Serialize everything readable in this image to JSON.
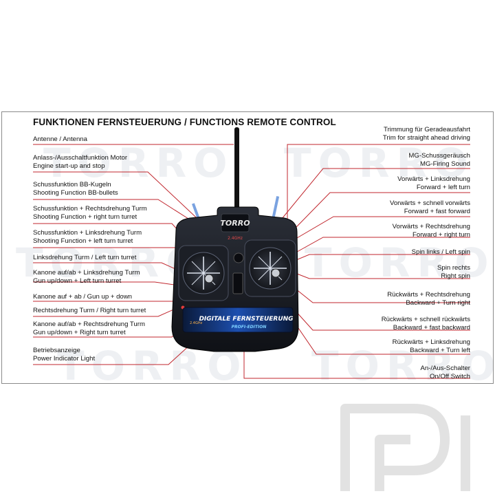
{
  "title": "FUNKTIONEN FERNSTEUERUNG / FUNCTIONS REMOTE CONTROL",
  "watermark": "TORRO",
  "device": {
    "brand": "TORRO",
    "frequency": "2.4GHz",
    "screen_text": "DIGITALE FERNSTEUERUNG",
    "screen_subtext": "PROFI-EDITION",
    "band_label": "2.4GHz"
  },
  "left_labels": [
    {
      "lines": [
        "Antenne / Antenna"
      ]
    },
    {
      "lines": [
        "Anlass-/Ausschaltfunktion Motor",
        "Engine start-up and stop"
      ]
    },
    {
      "lines": [
        "Schussfunktion BB-Kugeln",
        "Shooting Function BB-bullets"
      ]
    },
    {
      "lines": [
        "Schussfunktion + Rechtsdrehung Turm",
        "Shooting Function + right turn turret"
      ]
    },
    {
      "lines": [
        "Schussfunktion + Linksdrehung Turm",
        "Shooting Function + left turn turret"
      ]
    },
    {
      "lines": [
        "Linksdrehung Turm / Left turn turret"
      ]
    },
    {
      "lines": [
        "Kanone auf/ab + Linksdrehung Turm",
        "Gun up/down + Left turn turret"
      ]
    },
    {
      "lines": [
        "Kanone auf + ab / Gun up + down"
      ]
    },
    {
      "lines": [
        "Rechtsdrehung Turm / Right turn turret"
      ]
    },
    {
      "lines": [
        "Kanone auf/ab + Rechtsdrehung Turm",
        "Gun up/down + Right turn turret"
      ]
    },
    {
      "lines": [
        "Betriebsanzeige",
        "Power Indicator Light"
      ]
    }
  ],
  "right_labels": [
    {
      "lines": [
        "Trimmung für Geradeausfahrt",
        "Trim for straight ahead driving"
      ]
    },
    {
      "lines": [
        "MG-Schussgeräusch",
        "MG-Firing Sound"
      ]
    },
    {
      "lines": [
        "Vorwärts + Linksdrehung",
        "Forward + left turn"
      ]
    },
    {
      "lines": [
        "Vorwärts + schnell vorwärts",
        "Forward + fast forward"
      ]
    },
    {
      "lines": [
        "Vorwärts + Rechtsdrehung",
        "Forward + right turn"
      ]
    },
    {
      "lines": [
        "Spin links / Left spin"
      ]
    },
    {
      "lines": [
        "Spin rechts",
        "Right spin"
      ]
    },
    {
      "lines": [
        "Rückwärts + Rechtsdrehung",
        "Backward + Turn right"
      ]
    },
    {
      "lines": [
        "Rückwärts + schnell rückwärts",
        "Backward + fast backward"
      ]
    },
    {
      "lines": [
        "Rückwärts + Linksdrehung",
        "Backward + Turn left"
      ]
    },
    {
      "lines": [
        "An-/Aus-Schalter",
        "On/Off Switch"
      ]
    }
  ],
  "colors": {
    "leader_line": "#c0262d",
    "device_body": "#1a1d24",
    "accent_blue": "#2f6fd6",
    "watermark": "#eef0f3"
  }
}
